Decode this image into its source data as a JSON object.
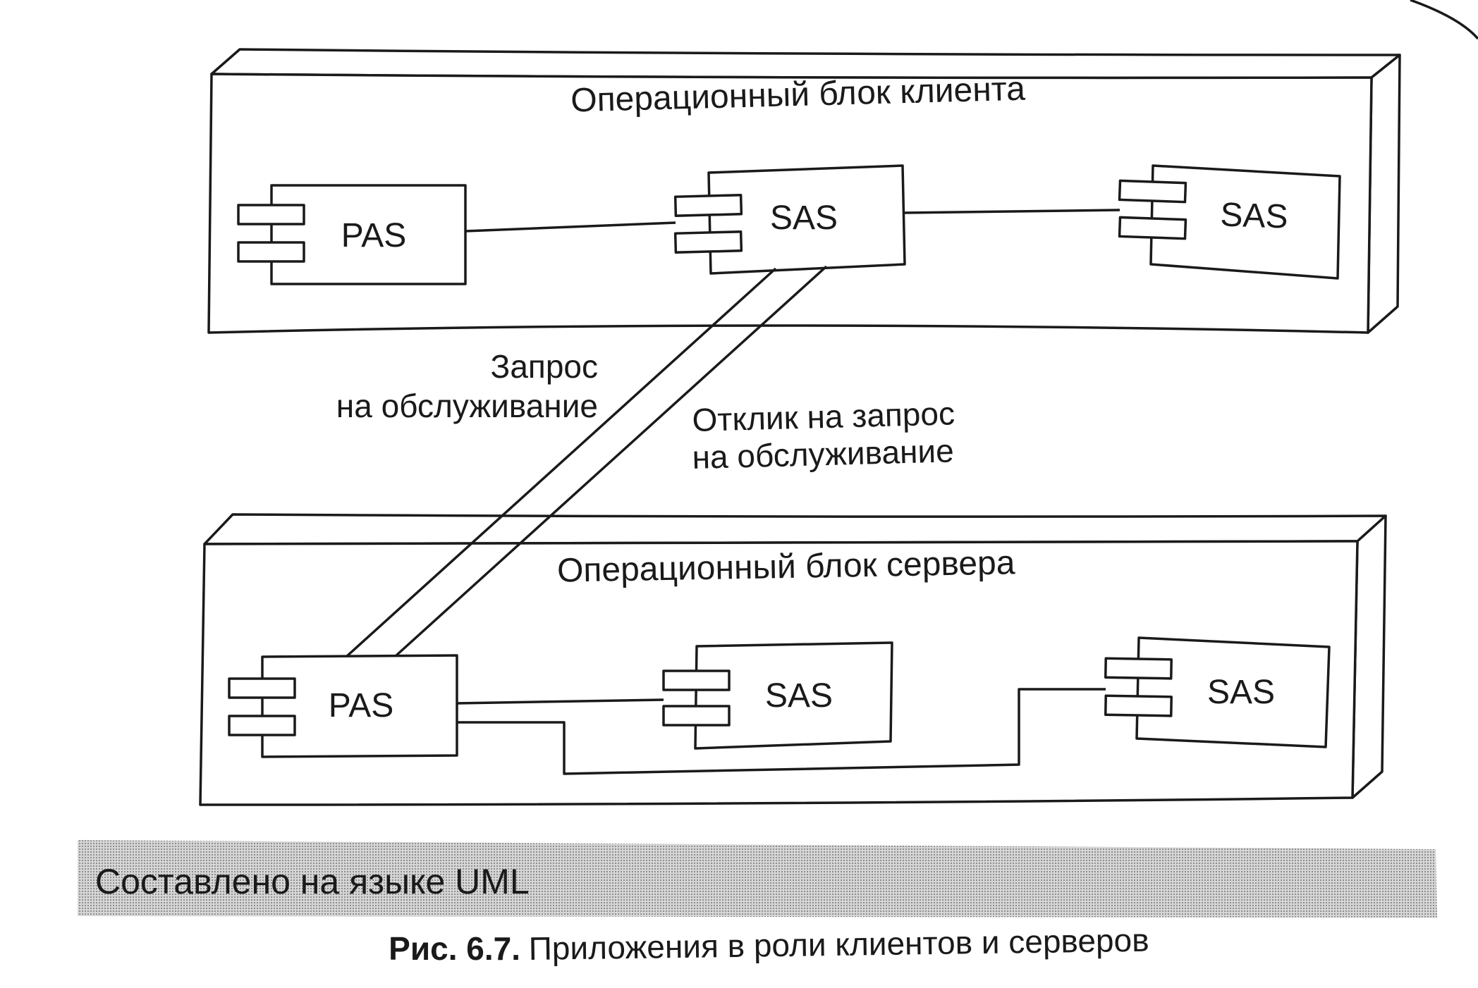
{
  "nodes": {
    "client": {
      "label": "Операционный блок клиента",
      "components": [
        {
          "label": "PAS"
        },
        {
          "label": "SAS"
        },
        {
          "label": "SAS"
        }
      ]
    },
    "server": {
      "label": "Операционный блок сервера",
      "components": [
        {
          "label": "PAS"
        },
        {
          "label": "SAS"
        },
        {
          "label": "SAS"
        }
      ]
    }
  },
  "connections": {
    "request": {
      "line1": "Запрос",
      "line2": "на обслуживание"
    },
    "response": {
      "line1": "Отклик на запрос",
      "line2": "на обслуживание"
    }
  },
  "band": {
    "text": "Составлено на языке UML",
    "color": "#bcbcbc"
  },
  "caption": {
    "number": "Рис. 6.7.",
    "text": "Приложения в роли клиентов и серверов"
  }
}
